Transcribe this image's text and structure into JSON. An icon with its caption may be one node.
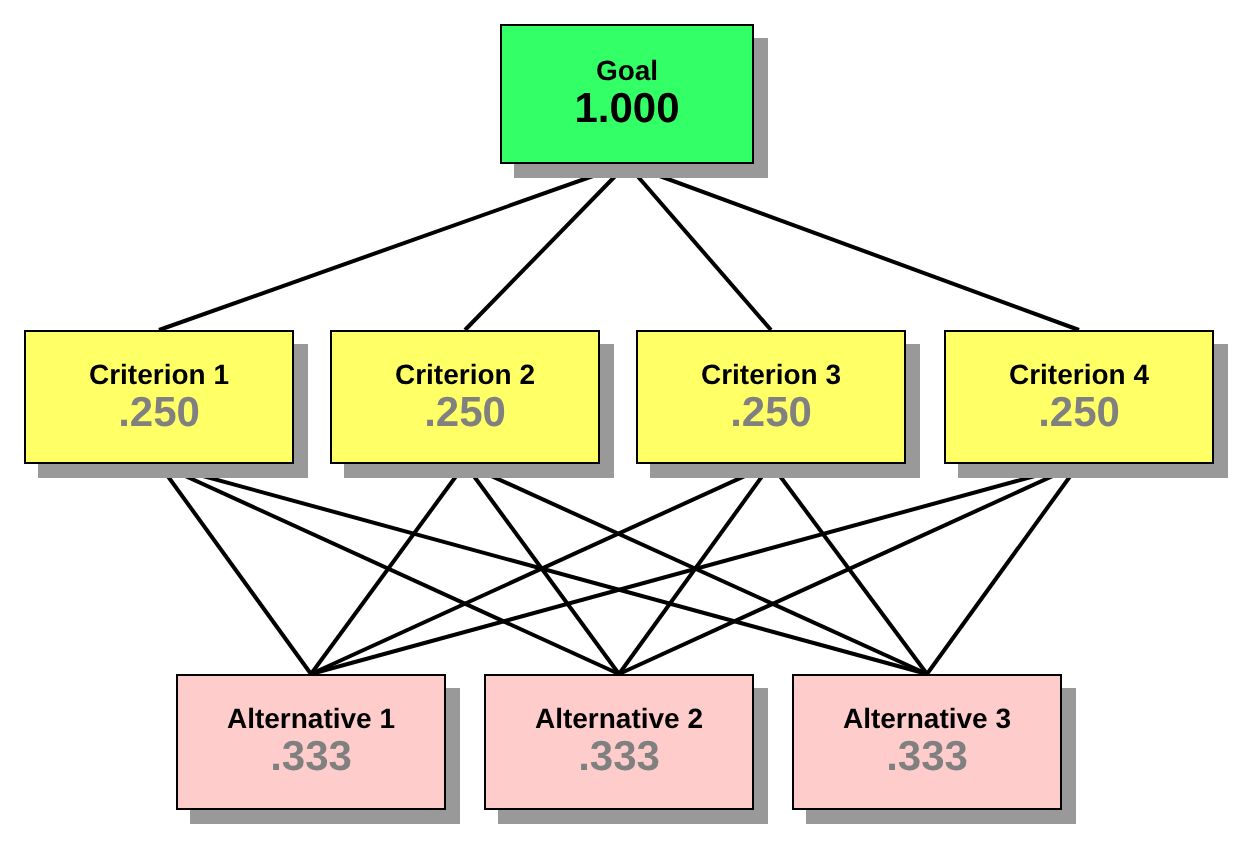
{
  "diagram": {
    "nodes": [
      {
        "text": [
          "Goal",
          "1.000"
        ]
      },
      {
        "text": [
          "Criterion 1",
          ".250"
        ]
      },
      {
        "text": [
          "Criterion 2",
          ".250"
        ]
      },
      {
        "text": [
          "Criterion 3",
          ".250"
        ]
      },
      {
        "text": [
          "Criterion 4",
          ".250"
        ]
      },
      {
        "text": [
          "Alternative 1",
          ".333"
        ]
      },
      {
        "text": [
          "Alternative 2",
          ".333"
        ]
      },
      {
        "text": [
          "Alternative 3",
          ".333"
        ]
      }
    ],
    "edges": [
      {
        "from": 0,
        "to": 1,
        "arrow": "none"
      },
      {
        "from": 0,
        "to": 2,
        "arrow": "none"
      },
      {
        "from": 0,
        "to": 3,
        "arrow": "none"
      },
      {
        "from": 0,
        "to": 4,
        "arrow": "none"
      },
      {
        "from": 1,
        "to": 5,
        "arrow": "none"
      },
      {
        "from": 1,
        "to": 6,
        "arrow": "none"
      },
      {
        "from": 1,
        "to": 7,
        "arrow": "none"
      },
      {
        "from": 2,
        "to": 5,
        "arrow": "none"
      },
      {
        "from": 2,
        "to": 6,
        "arrow": "none"
      },
      {
        "from": 2,
        "to": 7,
        "arrow": "none"
      },
      {
        "from": 3,
        "to": 5,
        "arrow": "none"
      },
      {
        "from": 3,
        "to": 6,
        "arrow": "none"
      },
      {
        "from": 3,
        "to": 7,
        "arrow": "none"
      },
      {
        "from": 4,
        "to": 5,
        "arrow": "none"
      },
      {
        "from": 4,
        "to": 6,
        "arrow": "none"
      },
      {
        "from": 4,
        "to": 7,
        "arrow": "none"
      }
    ]
  }
}
